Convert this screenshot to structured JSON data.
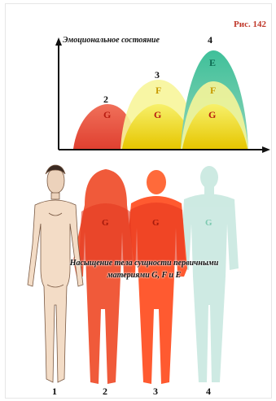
{
  "figure_label": "Рис. 142",
  "chart": {
    "title": "Эмоциональное состояние",
    "peak_numbers": [
      "2",
      "3",
      "4"
    ],
    "bumps": [
      {
        "letter": "G",
        "color": "#e24b3b"
      },
      {
        "letter": "F",
        "color": "#e8d000"
      },
      {
        "letter": "E",
        "color": "#1f9a78"
      }
    ]
  },
  "bodies": {
    "numbers": [
      "1",
      "2",
      "3",
      "4"
    ],
    "letters": [
      "G",
      "G",
      "G"
    ],
    "caption": "Насыщение тела сущности первичными материями G, F и E"
  }
}
